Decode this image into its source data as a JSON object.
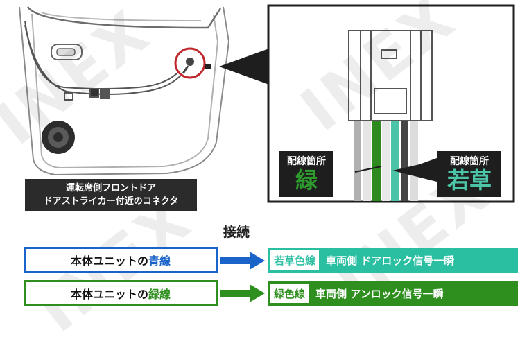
{
  "watermark": "INEX",
  "caption": {
    "line1": "運転席側フロントドア",
    "line2": "ドアストライカー付近のコネクタ"
  },
  "tags": {
    "left": {
      "label": "配線箇所",
      "big": "緑",
      "color": "#2e9a2e"
    },
    "right": {
      "label": "配線箇所",
      "big": "若草",
      "color": "#4cc4a8"
    }
  },
  "heading": "接続",
  "rows": [
    {
      "source_prefix": "本体ユニットの",
      "source_color_word": "青線",
      "source_color": "#1a63c9",
      "dest_tag": "若草色線",
      "dest_text": "車両側 ドアロック信号一瞬",
      "dest_color": "#2bbfa2"
    },
    {
      "source_prefix": "本体ユニットの",
      "source_color_word": "緑線",
      "source_color": "#2e8f1f",
      "dest_tag": "緑色線",
      "dest_text": "車両側 アンロック信号一瞬",
      "dest_color": "#2e8f1f"
    }
  ],
  "colors": {
    "connector_outline": "#555555",
    "callout_red": "#c0282e",
    "arrow_dark": "#1e1e1e"
  }
}
